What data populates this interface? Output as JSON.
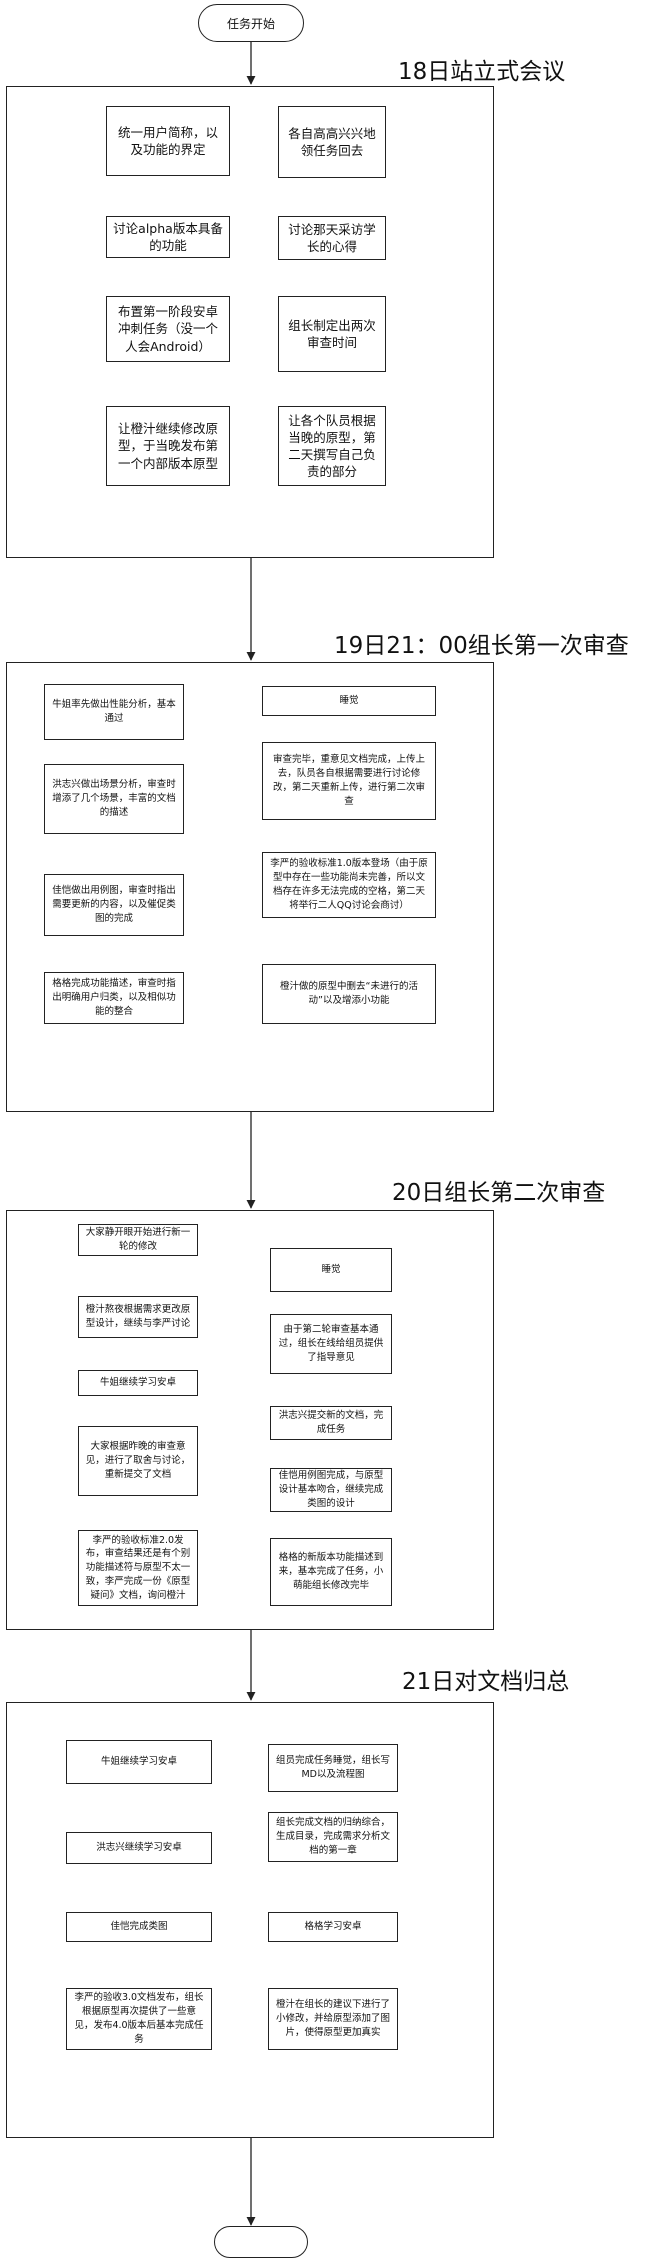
{
  "start": "任务开始",
  "end": "",
  "sections": [
    {
      "title": "18日站立式会议",
      "left": [
        "统一用户简称，以及功能的界定",
        "讨论alpha版本具备的功能",
        "布置第一阶段安卓冲刺任务（没一个人会Android）",
        "让橙汁继续修改原型，于当晚发布第一个内部版本原型"
      ],
      "right": [
        "各自高高兴兴地领任务回去",
        "讨论那天采访学长的心得",
        "组长制定出两次审查时间",
        "让各个队员根据当晚的原型，第二天撰写自己负责的部分"
      ]
    },
    {
      "title": "19日21：00组长第一次审查",
      "left": [
        "牛姐率先做出性能分析，基本通过",
        "洪志兴做出场景分析，审查时增添了几个场景，丰富的文档的描述",
        "佳恺做出用例图，审查时指出需要更新的内容，以及催促类图的完成",
        "格格完成功能描述，审查时指出明确用户归类，以及相似功能的整合"
      ],
      "right": [
        "睡觉",
        "审查完毕，重意见文档完成，上传上去，队员各自根据需要进行讨论修改，第二天重新上传，进行第二次审查",
        "李严的验收标准1.0版本登场（由于原型中存在一些功能尚未完善，所以文档存在许多无法完成的空格，第二天将举行二人QQ讨论会商讨）",
        "橙汁做的原型中删去“未进行的活动”以及增添小功能"
      ]
    },
    {
      "title": "20日组长第二次审查",
      "left": [
        "大家静开眼开始进行新一轮的修改",
        "橙汁熬夜根据需求更改原型设计，继续与李严讨论",
        "牛姐继续学习安卓",
        "大家根据昨晚的审查意见，进行了取舍与讨论，重新提交了文档",
        "李严的验收标准2.0发布，审查结果还是有个别功能描述符与原型不太一致，李严完成一份《原型疑问》文档，询问橙汁"
      ],
      "right": [
        "睡觉",
        "由于第二轮审查基本通过，组长在线给组员提供了指导意见",
        "洪志兴提交新的文档，完成任务",
        "佳恺用例图完成，与原型设计基本吻合，继续完成类图的设计",
        "格格的新版本功能描述到来，基本完成了任务，小萌能组长修改完毕"
      ]
    },
    {
      "title": "21日对文档归总",
      "left": [
        "牛姐继续学习安卓",
        "洪志兴继续学习安卓",
        "佳恺完成类图",
        "李严的验收3.0文档发布，组长根据原型再次提供了一些意见，发布4.0版本后基本完成任务"
      ],
      "right": [
        "组员完成任务睡觉，组长写MD以及流程图",
        "组长完成文档的归纳综合，生成目录，完成需求分析文档的第一章",
        "格格学习安卓",
        "橙汁在组长的建议下进行了小修改，并给原型添加了图片，使得原型更加真实"
      ]
    }
  ]
}
